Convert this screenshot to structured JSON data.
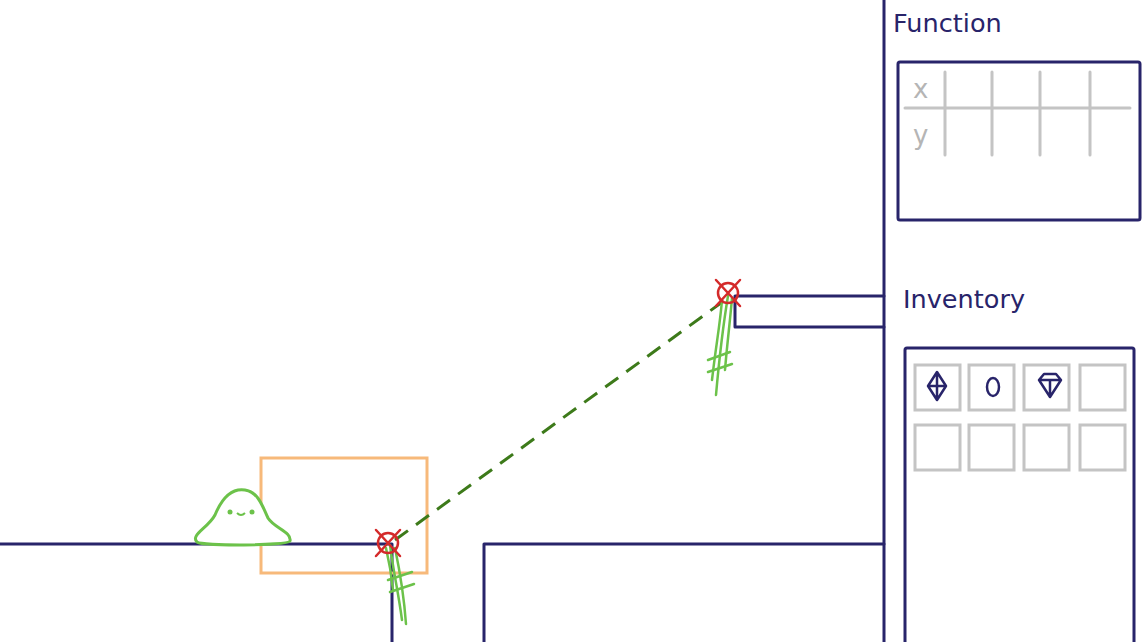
{
  "diagram": {
    "nodes": [
      {
        "text": [
          "Function"
        ]
      },
      {
        "text": [
          "Inventory"
        ]
      }
    ],
    "labels": [
      "x",
      "y"
    ]
  }
}
